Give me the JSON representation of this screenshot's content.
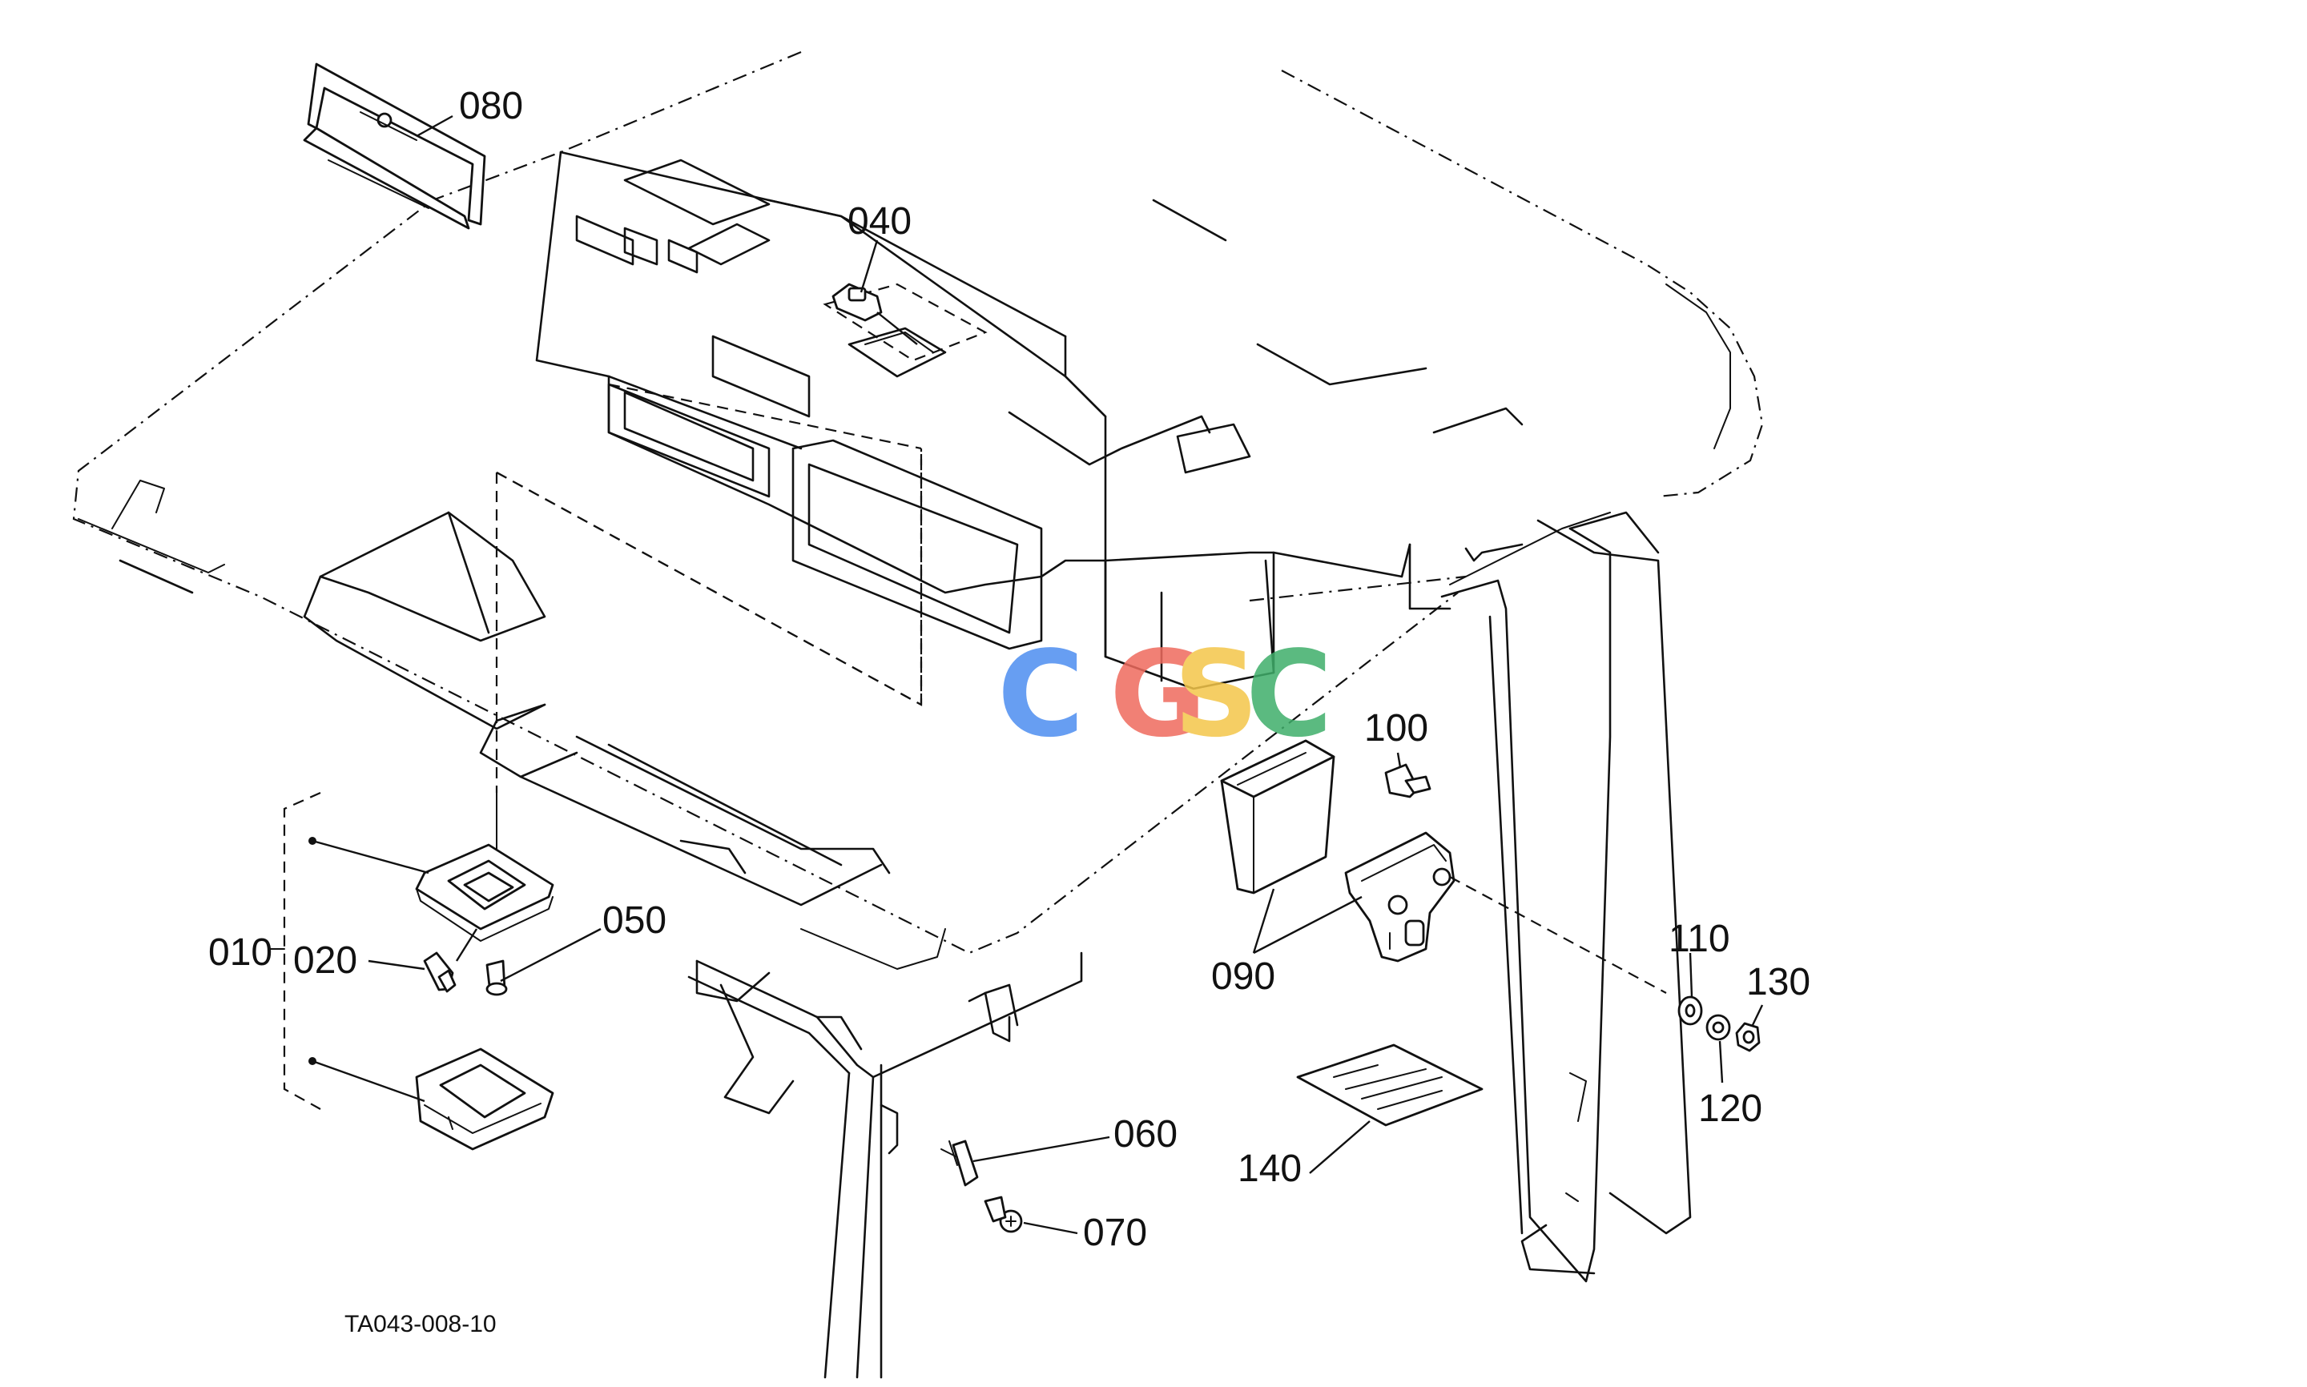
{
  "diagram": {
    "callouts": {
      "c010": "010",
      "c020": "020",
      "c040": "040",
      "c050": "050",
      "c060": "060",
      "c070": "070",
      "c080": "080",
      "c090": "090",
      "c100": "100",
      "c110": "110",
      "c120": "120",
      "c130": "130",
      "c140": "140"
    },
    "reference_code": "TA043-008-10",
    "watermark": {
      "letters": [
        "C",
        "G",
        "S",
        "C"
      ],
      "colors": [
        "#4d8ef0",
        "#ef6b5e",
        "#f4c64a",
        "#3fae6a"
      ]
    }
  }
}
